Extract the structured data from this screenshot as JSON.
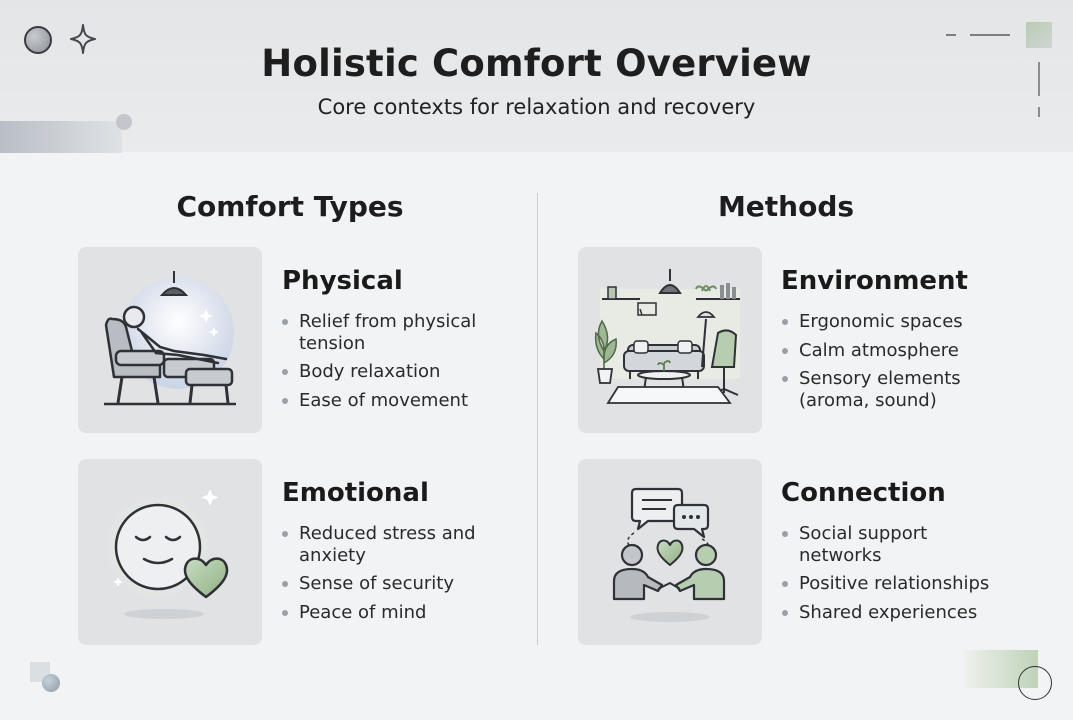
{
  "header": {
    "title": "Holistic Comfort Overview",
    "subtitle": "Core contexts for relaxation and recovery"
  },
  "columns": [
    {
      "heading": "Comfort Types",
      "cards": [
        {
          "title": "Physical",
          "icon": "recliner-person-icon",
          "bullets": [
            "Relief from physical tension",
            "Body relaxation",
            "Ease of movement"
          ]
        },
        {
          "title": "Emotional",
          "icon": "calm-face-heart-icon",
          "bullets": [
            "Reduced stress and anxiety",
            "Sense of security",
            "Peace of mind"
          ]
        }
      ]
    },
    {
      "heading": "Methods",
      "cards": [
        {
          "title": "Environment",
          "icon": "living-room-icon",
          "bullets": [
            "Ergonomic spaces",
            "Calm atmosphere",
            "Sensory elements (aroma, sound)"
          ]
        },
        {
          "title": "Connection",
          "icon": "people-chat-heart-icon",
          "bullets": [
            "Social support networks",
            "Positive relationships",
            "Shared experiences"
          ]
        }
      ]
    }
  ],
  "colors": {
    "accent_green": "#a8c39e",
    "icon_stroke": "#2e3135",
    "card_bg": "#e0e2e4",
    "page_bg": "#f1f3f4"
  }
}
